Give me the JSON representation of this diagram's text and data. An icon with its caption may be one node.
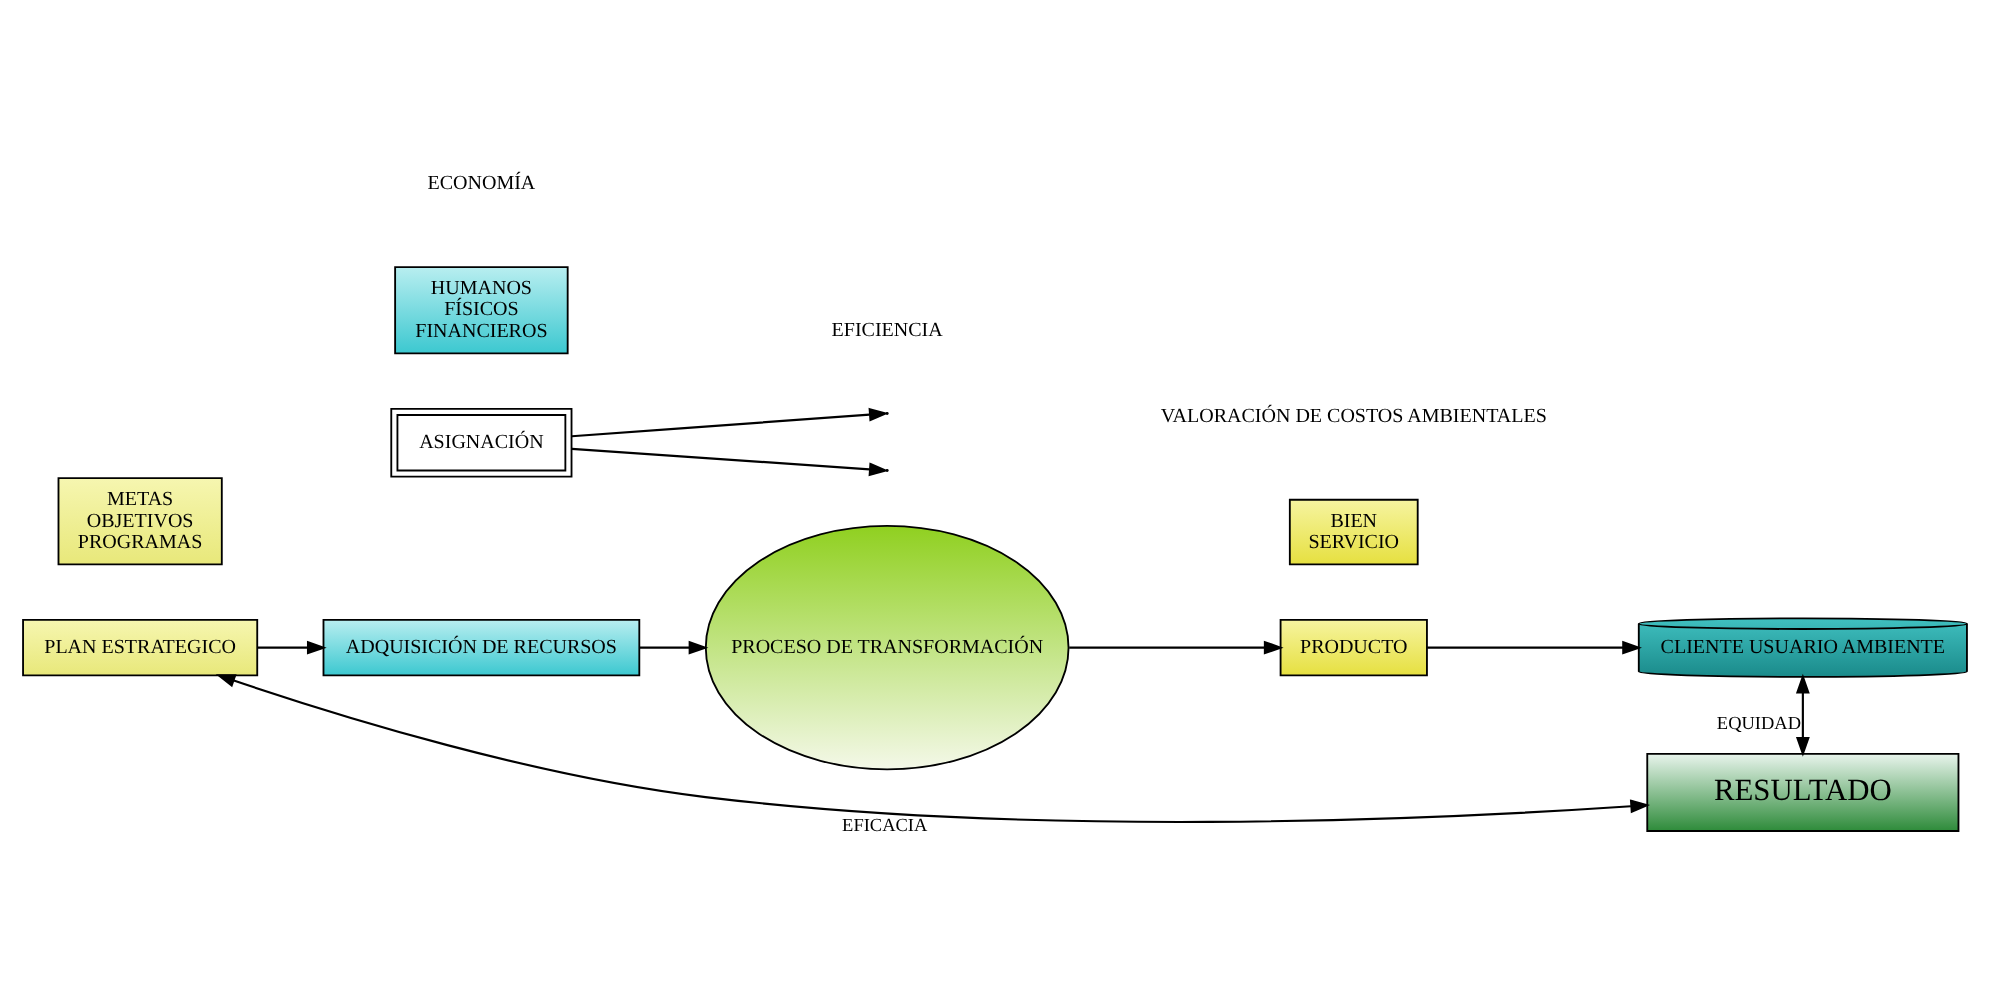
{
  "diagram": {
    "nodes": [
      {
        "text": [
          "PLAN ESTRATEGICO"
        ]
      },
      {
        "text": [
          "METAS",
          "OBJETIVOS",
          "PROGRAMAS"
        ]
      },
      {
        "text": [
          "ASIGNACIÓN"
        ]
      },
      {
        "text": [
          "ADQUISICIÓN DE RECURSOS"
        ]
      },
      {
        "text": [
          "HUMANOS",
          "FÍSICOS",
          "FINANCIEROS"
        ]
      },
      {
        "text": [
          "PROCESO DE TRANSFORMACIÓN"
        ]
      },
      {
        "text": [
          "PRODUCTO"
        ]
      },
      {
        "text": [
          "BIEN",
          "SERVICIO"
        ]
      },
      {
        "text": [
          "CLIENTE USUARIO AMBIENTE"
        ]
      },
      {
        "text": [
          "RESULTADO"
        ]
      }
    ],
    "edges": [
      {
        "from": 0,
        "to": 9,
        "arrow": "both",
        "label": "EFICACIA"
      },
      {
        "from": 2,
        "to": null,
        "arrow": "to"
      },
      {
        "from": 2,
        "to": null,
        "arrow": "to"
      },
      {
        "from": 0,
        "to": 3,
        "arrow": "to"
      },
      {
        "from": 3,
        "to": 5,
        "arrow": "to"
      },
      {
        "from": 5,
        "to": 6,
        "arrow": "to"
      },
      {
        "from": 6,
        "to": 8,
        "arrow": "to"
      },
      {
        "from": 8,
        "to": 9,
        "arrow": "both",
        "label": "EQUIDAD"
      }
    ],
    "labels": [
      "ECONOMÍA",
      "EFICIENCIA",
      "VALORACIÓN DE COSTOS AMBIENTALES"
    ]
  }
}
